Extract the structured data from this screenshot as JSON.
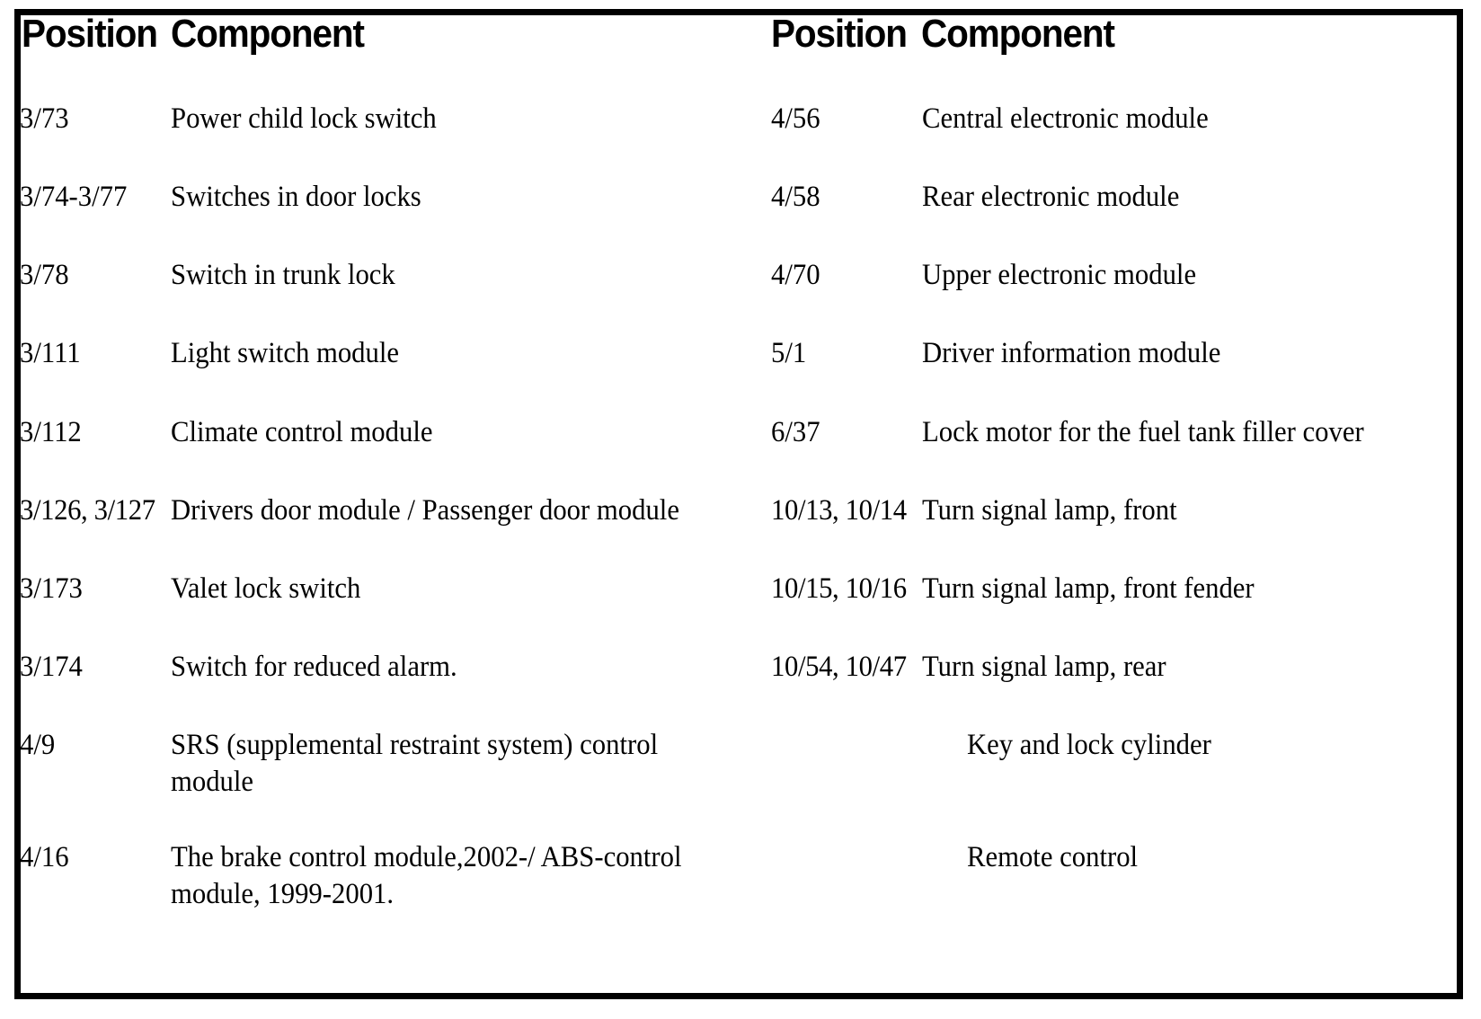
{
  "document": {
    "title": "Position / Component reference table",
    "border_color": "#000000",
    "background_color": "#ffffff",
    "text_color": "#000000"
  },
  "columns": {
    "left": {
      "header_position": "Position",
      "header_component": "Component",
      "rows": [
        {
          "position": "3/73",
          "component": "Power child lock switch"
        },
        {
          "position": "3/74-3/77",
          "component": "Switches in door locks"
        },
        {
          "position": "3/78",
          "component": "Switch in trunk lock"
        },
        {
          "position": "3/111",
          "component": "Light switch module"
        },
        {
          "position": "3/112",
          "component": "Climate control module"
        },
        {
          "position": "3/126, 3/127",
          "component": "Drivers door module / Passenger door module"
        },
        {
          "position": "3/173",
          "component": "Valet lock switch"
        },
        {
          "position": "3/174",
          "component": "Switch for reduced alarm."
        },
        {
          "position": "4/9",
          "component": "SRS (supplemental restraint system) control\nmodule"
        },
        {
          "position": "4/16",
          "component": "The brake control module,2002-/ ABS-control\nmodule, 1999-2001."
        }
      ]
    },
    "right": {
      "header_position": "Position",
      "header_component": "Component",
      "rows": [
        {
          "position": "4/56",
          "component": "Central electronic module"
        },
        {
          "position": "4/58",
          "component": "Rear electronic module"
        },
        {
          "position": "4/70",
          "component": "Upper electronic module"
        },
        {
          "position": "5/1",
          "component": "Driver information module"
        },
        {
          "position": "6/37",
          "component": "Lock motor for the fuel tank filler cover"
        },
        {
          "position": "10/13, 10/14",
          "component": "Turn signal lamp, front"
        },
        {
          "position": "10/15, 10/16",
          "component": "Turn signal lamp, front fender"
        },
        {
          "position": "10/54, 10/47",
          "component": "Turn signal lamp, rear"
        },
        {
          "position": "",
          "component": "Key and lock cylinder"
        },
        {
          "position": "",
          "component": "Remote control"
        }
      ]
    }
  }
}
